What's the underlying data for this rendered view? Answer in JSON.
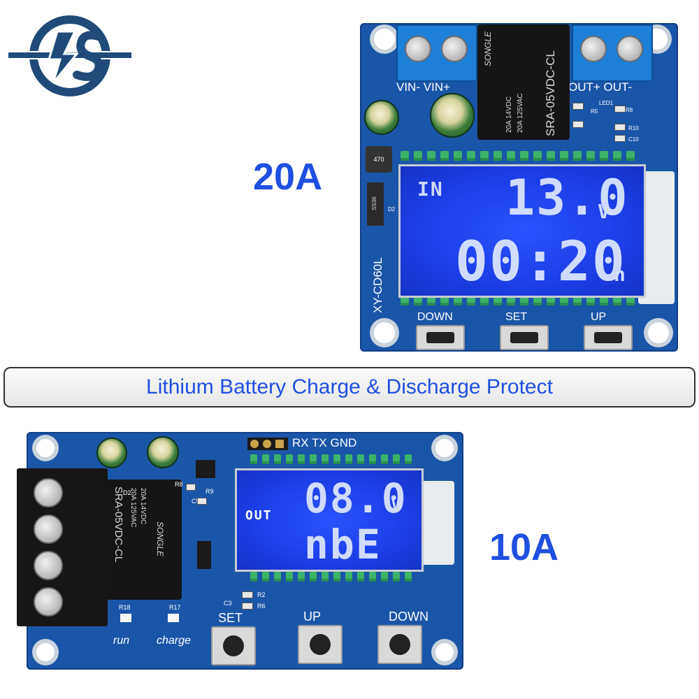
{
  "brand": {
    "logo_icon": "ls-lightning-logo-icon",
    "color": "#1f4a7a"
  },
  "top_product": {
    "capacity_label": "20A",
    "model": "XY-CD60L",
    "terminals": {
      "left": "VIN- VIN+",
      "right": "OUT+ OUT-"
    },
    "relay_brand": "SONGLE",
    "relay_model": "SRA-05VDC-CL",
    "relay_rating_1": "20A 14VDC",
    "relay_rating_2": "20A 125VAC",
    "lcd": {
      "mode": "IN",
      "voltage": "13.0",
      "voltage_unit": "V",
      "time": "00:20",
      "time_unit": "h"
    },
    "buttons": [
      "DOWN",
      "SET",
      "UP"
    ],
    "parts": {
      "led1": "LED1",
      "r5": "R5",
      "r8": "R8",
      "r10": "R10",
      "c10": "C10",
      "d2": "D2",
      "inductor": "470",
      "diode": "SS36"
    }
  },
  "banner": {
    "text": "Lithium Battery Charge & Discharge Protect"
  },
  "bottom_product": {
    "capacity_label": "10A",
    "header_pins": "RX TX GND",
    "relay_brand": "SONGLE",
    "relay_model": "SRA-05VDC-CL",
    "relay_rating_1": "20A 14VDC",
    "relay_rating_2": "20A 125VAC",
    "lcd": {
      "mode": "OUT",
      "voltage": "08.0",
      "voltage_unit": "V",
      "status": "nbE"
    },
    "buttons": [
      "SET",
      "UP",
      "DOWN"
    ],
    "leds": [
      "run",
      "charge"
    ],
    "parts": {
      "r18": "R18",
      "r17": "R17",
      "r8": "R8",
      "r9": "R9",
      "c5": "C5",
      "c3": "C3",
      "r2": "R2",
      "r6": "R6",
      "d2": "D2"
    }
  },
  "colors": {
    "pcb": "#1a56a8",
    "lcd": "#1b3ee6",
    "label": "#1f4fe0",
    "terminal": "#1e7fd6"
  }
}
